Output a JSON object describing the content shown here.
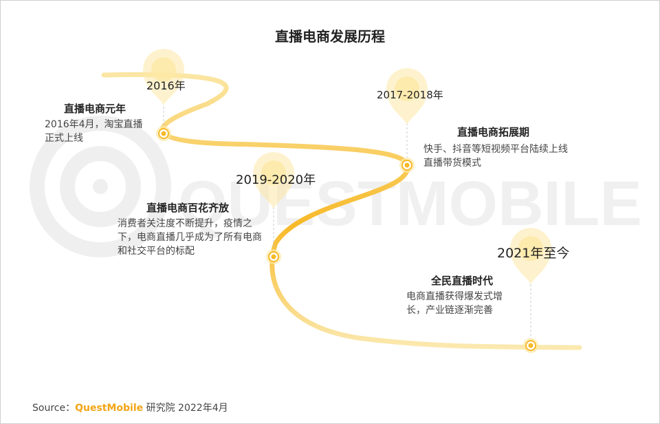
{
  "title": "直播电商发展历程",
  "watermark": "QUESTMOBILE",
  "colors": {
    "accent": "#f7b928",
    "accent_light": "#fde8a6",
    "curve_start": "#fbe6a4",
    "curve_mid": "#f7b928",
    "curve_end": "#fbe9b0"
  },
  "milestones": [
    {
      "year": "2016年",
      "event_title": "直播电商元年",
      "description": "2016年4月，淘宝直播正式上线"
    },
    {
      "year": "2017-2018年",
      "event_title": "直播电商拓展期",
      "description": "快手、抖音等短视频平台陆续上线直播带货模式"
    },
    {
      "year": "2019-2020年",
      "event_title": "直播电商百花齐放",
      "description": "消费者关注度不断提升，疫情之下，电商直播几乎成为了所有电商和社交平台的标配"
    },
    {
      "year": "2021年至今",
      "event_title": "全民直播时代",
      "description": "电商直播获得爆发式增长，产业链逐渐完善"
    }
  ],
  "source": {
    "label": "Source：",
    "brand": "QuestMobile",
    "rest": "研究院 2022年4月"
  }
}
